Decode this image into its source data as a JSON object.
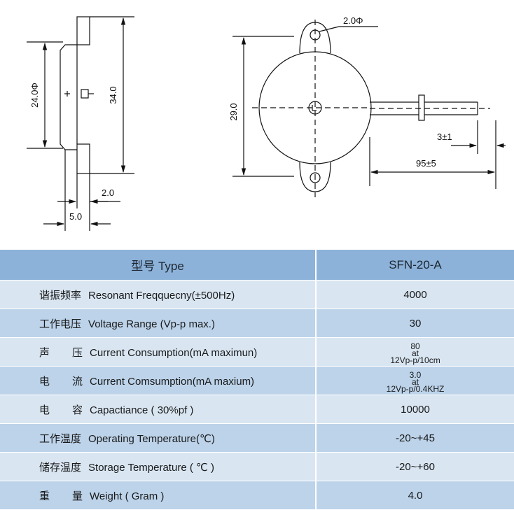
{
  "drawing": {
    "side_view": {
      "dim_height_label": "24.0Φ",
      "dim_total_label": "34.0",
      "dim_pin_label": "2.0",
      "dim_width_label": "5.0"
    },
    "front_view": {
      "dim_hole_label": "2.0Φ",
      "dim_body_label": "29.0",
      "dim_strip_label": "3±1",
      "dim_wire_label": "95±5"
    }
  },
  "table": {
    "header": {
      "cn": "型号",
      "en": "Type",
      "value": "SFN-20-A"
    },
    "rows": [
      {
        "cn": "谐振频率",
        "en": "Resonant Freqquecny(±500Hz)",
        "value": "4000"
      },
      {
        "cn": "工作电压",
        "en": "Voltage Range (Vp-p max.)",
        "value": "30"
      },
      {
        "cn_a": "声",
        "cn_b": "压",
        "en": "Current Consumption(mA maximun)",
        "value_top": "80",
        "value_mid": "at",
        "value_bot": "12Vp-p/10cm"
      },
      {
        "cn_a": "电",
        "cn_b": "流",
        "en": "Current Comsumption(mA maxium)",
        "value_top": "3.0",
        "value_mid": "at",
        "value_bot": "12Vp-p/0.4KHZ"
      },
      {
        "cn_a": "电",
        "cn_b": "容",
        "en": "Capactiance ( 30%pf )",
        "value": "10000"
      },
      {
        "cn": "工作温度",
        "en": "Operating Temperature(℃)",
        "value": "-20~+45"
      },
      {
        "cn": "储存温度",
        "en": "Storage Temperature ( ℃ )",
        "value": "-20~+60"
      },
      {
        "cn_a": "重",
        "cn_b": "量",
        "en": "Weight ( Gram )",
        "value": "4.0"
      }
    ]
  },
  "colors": {
    "header_bg": "#8cb2d9",
    "row_light": "#d9e6f2",
    "row_dark": "#bcd3ea"
  }
}
